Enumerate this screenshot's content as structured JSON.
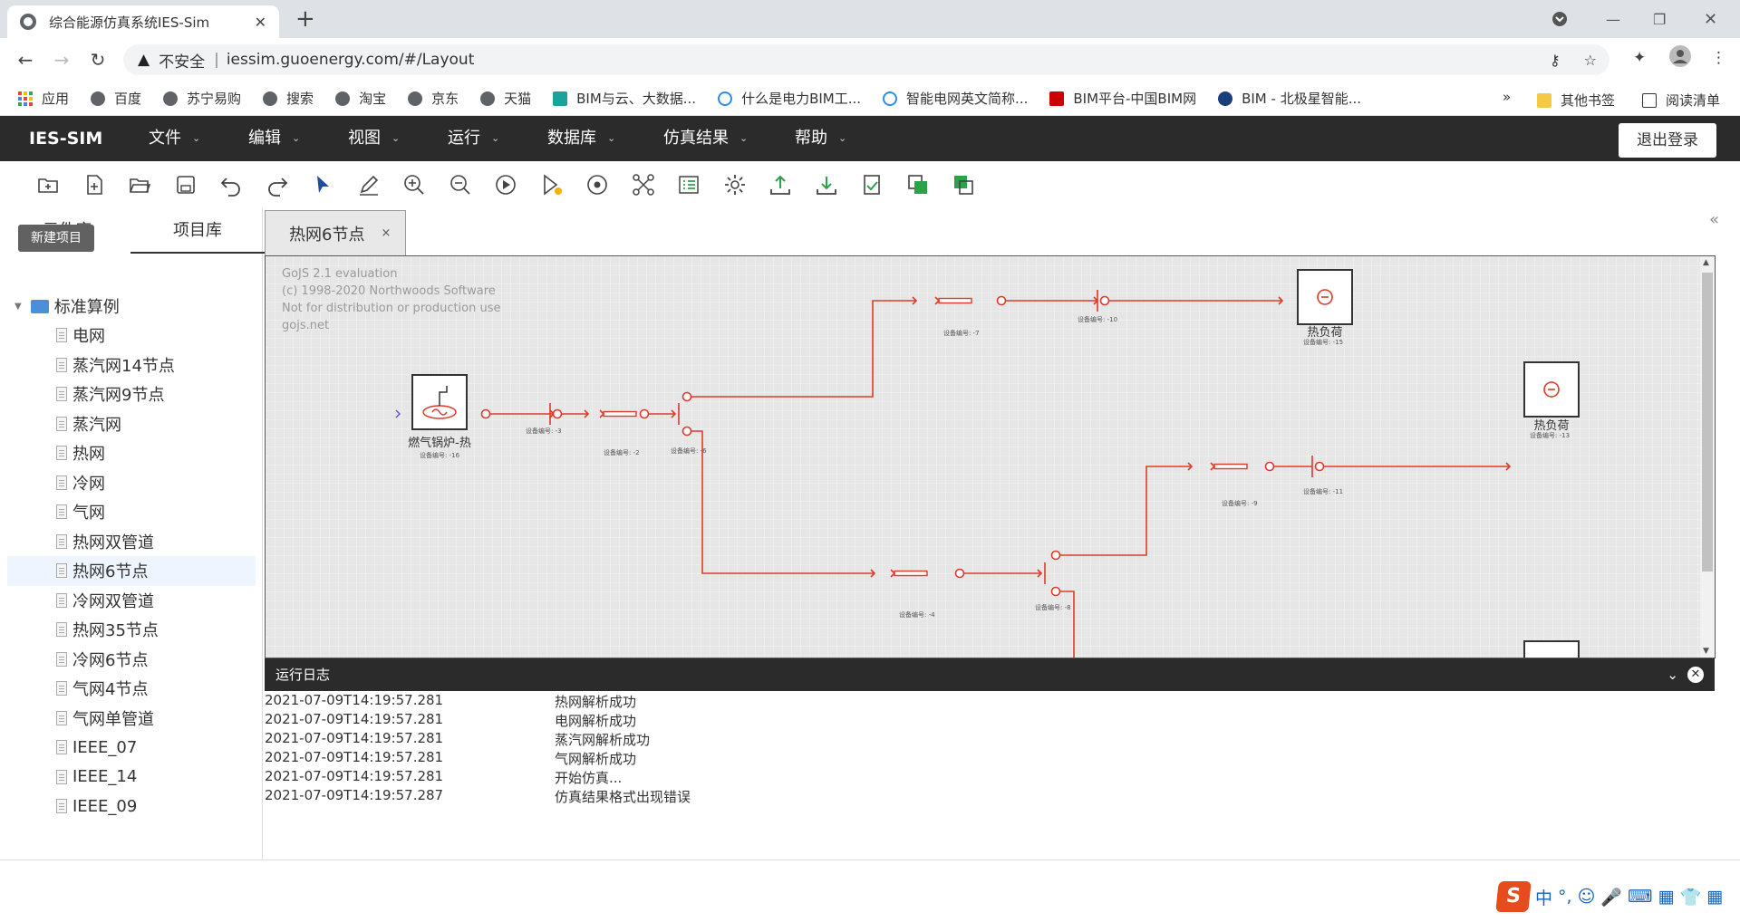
{
  "browser": {
    "tab_title": "综合能源仿真系统IES-Sim",
    "security_label": "不安全",
    "separator": "|",
    "url": "iessim.guoenergy.com/#/Layout",
    "bookmarks": [
      "应用",
      "百度",
      "苏宁易购",
      "搜索",
      "淘宝",
      "京东",
      "天猫",
      "BIM与云、大数据...",
      "什么是电力BIM工...",
      "智能电网英文简称...",
      "BIM平台-中国BIM网",
      "BIM - 北极星智能..."
    ],
    "other_bookmarks": "其他书签",
    "reading_list": "阅读清单",
    "overflow": "»"
  },
  "app": {
    "logo": "IES-SIM",
    "menus": [
      "文件",
      "编辑",
      "视图",
      "运行",
      "数据库",
      "仿真结果",
      "帮助"
    ],
    "logout": "退出登录"
  },
  "toolbar": {
    "tooltip": "新建项目",
    "items": [
      "new-project",
      "new-file",
      "open",
      "save",
      "undo",
      "redo",
      "select",
      "edit",
      "zoom-in",
      "zoom-out",
      "run",
      "run-step",
      "record",
      "topology",
      "list",
      "settings",
      "upload",
      "download",
      "check",
      "copy",
      "export"
    ]
  },
  "sidebar": {
    "tabs": [
      "元件库",
      "项目库"
    ],
    "root": "标准算例",
    "items": [
      "电网",
      "蒸汽网14节点",
      "蒸汽网9节点",
      "蒸汽网",
      "热网",
      "冷网",
      "气网",
      "热网双管道",
      "热网6节点",
      "冷网双管道",
      "热网35节点",
      "冷网6节点",
      "气网4节点",
      "气网单管道",
      "IEEE_07",
      "IEEE_14",
      "IEEE_09"
    ],
    "selected": "热网6节点"
  },
  "editor": {
    "tab": "热网6节点",
    "tab_close": "×",
    "watermark": [
      "GoJS 2.1 evaluation",
      "(c) 1998-2020 Northwoods Software",
      "Not for distribution or production use",
      "gojs.net"
    ],
    "boiler_label": "燃气锅炉-热",
    "load_label": "热负荷",
    "device_labels": [
      "设备编号: -16",
      "设备编号: -3",
      "设备编号: -2",
      "设备编号: -6",
      "设备编号: -7",
      "设备编号: -10",
      "设备编号: -15",
      "设备编号: -9",
      "设备编号: -11",
      "设备编号: -13",
      "设备编号: -4",
      "设备编号: -8"
    ]
  },
  "log": {
    "title": "运行日志",
    "rows": [
      {
        "time": "2021-07-09T14:19:57.281",
        "msg": "热网解析成功"
      },
      {
        "time": "2021-07-09T14:19:57.281",
        "msg": "电网解析成功"
      },
      {
        "time": "2021-07-09T14:19:57.281",
        "msg": "蒸汽网解析成功"
      },
      {
        "time": "2021-07-09T14:19:57.281",
        "msg": "气网解析成功"
      },
      {
        "time": "2021-07-09T14:19:57.281",
        "msg": "开始仿真..."
      },
      {
        "time": "2021-07-09T14:19:57.287",
        "msg": "仿真结果格式出现错误"
      }
    ]
  },
  "ime": {
    "logo": "S",
    "lang": "中",
    "items": [
      "°,",
      "☺",
      "🎤",
      "⌨",
      "▦",
      "👕",
      "▦"
    ]
  },
  "colors": {
    "pipe": "#e03a2a",
    "nav": "#2b2b2b",
    "active": "#1890ff"
  }
}
